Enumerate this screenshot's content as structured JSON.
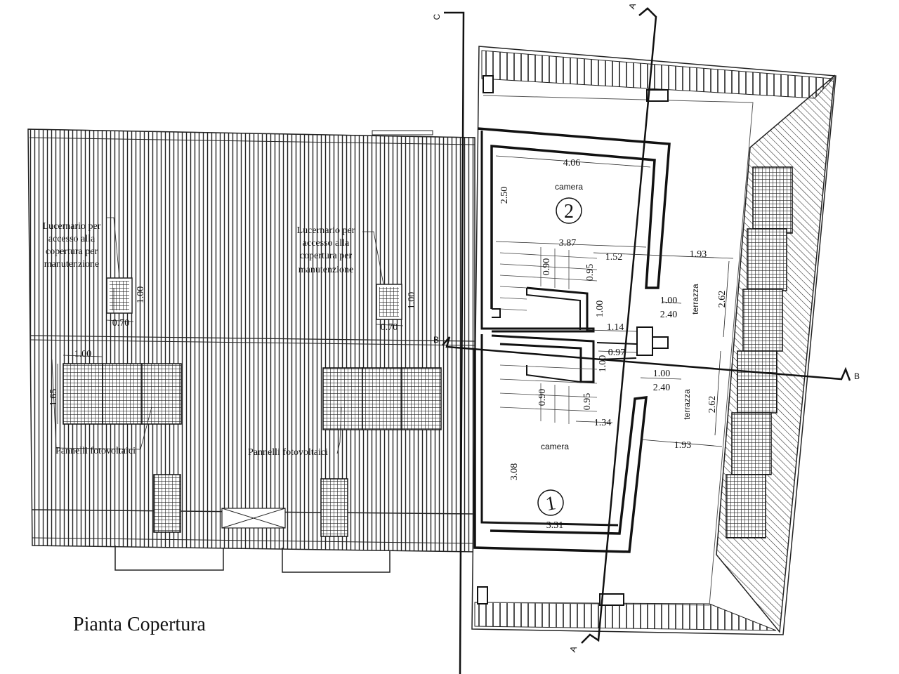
{
  "title": "Pianta Copertura",
  "notes": {
    "skylight_left": [
      "Lucernario per",
      "accesso alla",
      "copertura per",
      "manutenzione"
    ],
    "skylight_right": [
      "Lucernario per",
      "accesso alla",
      "copertura per",
      "manutenzione"
    ],
    "pv_left": "Pannelli fotovoltaici",
    "pv_right": "Pannelli fotovoltaici"
  },
  "rooms": {
    "room2_label": "camera",
    "room2_number": "2",
    "room1_label": "camera",
    "room1_number": "1",
    "terrace_top": "terrazza",
    "terrace_bottom": "terrazza"
  },
  "sections": {
    "c": "C",
    "a_top": "A",
    "a_bottom": "A",
    "b_left": "B",
    "b_right": "B"
  },
  "dims": {
    "d406": "4.06",
    "d250": "2.50",
    "d387": "3.87",
    "d152": "1.52",
    "d193a": "1.93",
    "d090a": "0.90",
    "d095a": "0.95",
    "d100a": "1.00",
    "d240a": "2.40",
    "d262a": "2.62",
    "d100v": "1.00",
    "d114": "1.14",
    "d097": "0.97",
    "d100v2": "1.00",
    "d100b": "1.00",
    "d240b": "2.40",
    "d090b": "0.90",
    "d095b": "0.95",
    "d262b": "2.62",
    "d134": "1.34",
    "d193b": "1.93",
    "d308": "3.08",
    "d331": "3.31",
    "d100s1": "1.00",
    "d070s1": "0.70",
    "d100s2": "1.00",
    "d070s2": "0.70",
    "d100pv": "1.00",
    "d165pv": "1.65"
  }
}
